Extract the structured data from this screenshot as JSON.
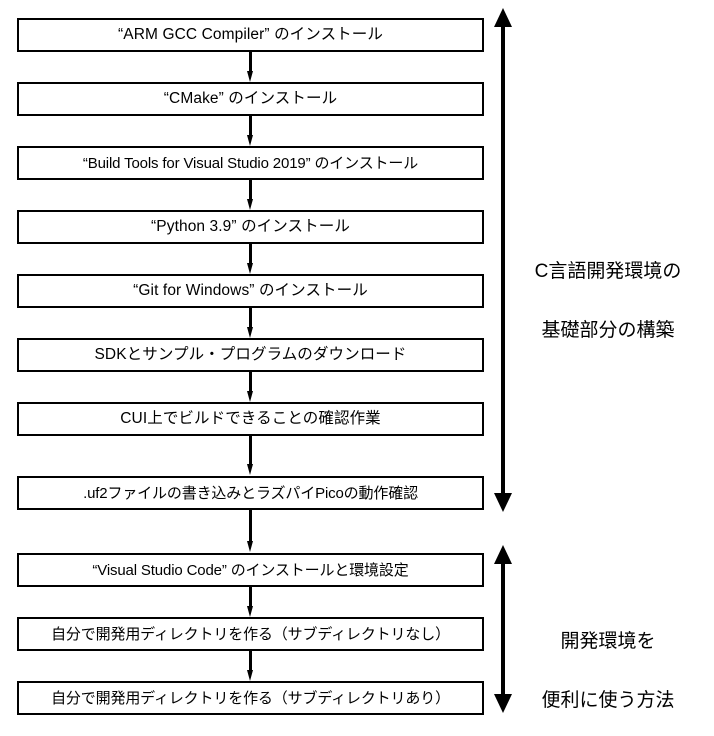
{
  "diagram": {
    "title": "Raspberry Pi Pico C language development environment setup flowchart",
    "background_color": "#ffffff",
    "line_color": "#000000",
    "steps": [
      {
        "id": "step-1",
        "label": "“ARM GCC Compiler” のインストール"
      },
      {
        "id": "step-2",
        "label": "“CMake” のインストール"
      },
      {
        "id": "step-3",
        "label": "“Build Tools for Visual Studio 2019” のインストール"
      },
      {
        "id": "step-4",
        "label": "“Python 3.9” のインストール"
      },
      {
        "id": "step-5",
        "label": "“Git for Windows” のインストール"
      },
      {
        "id": "step-6",
        "label": "SDKとサンプル・プログラムのダウンロード"
      },
      {
        "id": "step-7",
        "label": "CUI上でビルドできることの確認作業"
      },
      {
        "id": "step-8",
        "label": ".uf2ファイルの書き込みとラズパイPicoの動作確認"
      },
      {
        "id": "step-9",
        "label": "“Visual Studio Code” のインストールと環境設定"
      },
      {
        "id": "step-10",
        "label": "自分で開発用ディレクトリを作る（サブディレクトリなし）"
      },
      {
        "id": "step-11",
        "label": "自分で開発用ディレクトリを作る（サブディレクトリあり）"
      }
    ],
    "groups": [
      {
        "id": "group-1",
        "caption_line1": "C言語開発環境の",
        "caption_line2": "基礎部分の構築",
        "covers_steps": "1-8"
      },
      {
        "id": "group-2",
        "caption_line1": "開発環境を",
        "caption_line2": "便利に使う方法",
        "covers_steps": "9-11"
      }
    ]
  }
}
